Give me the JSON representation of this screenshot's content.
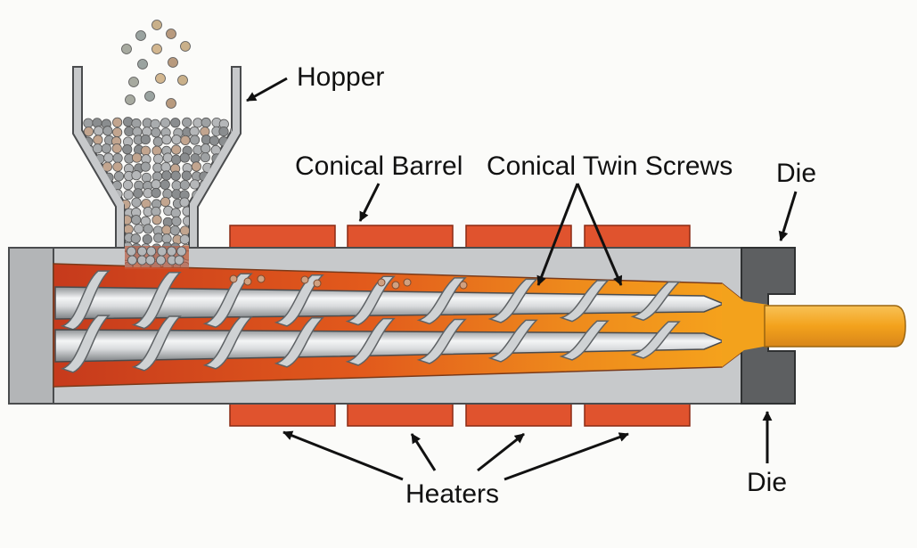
{
  "labels": {
    "hopper": "Hopper",
    "conical_barrel": "Conical Barrel",
    "conical_twin_screws": "Conical Twin Screws",
    "die_top": "Die",
    "die_bottom": "Die",
    "heaters": "Heaters"
  },
  "colors": {
    "background": "#fbfbf9",
    "barrel_steel": "#c7c9cb",
    "barrel_outline": "#4a4c4e",
    "melt_start": "#c63a1c",
    "melt_mid": "#e8661c",
    "melt_end": "#f6a51c",
    "heater": "#e0532e",
    "die": "#5d5f61",
    "extrudate": "#f3a21c",
    "pellet": "#9ea1a3",
    "screw_light": "#f2f3f4",
    "screw_dark": "#8d9194"
  },
  "icons": {
    "heater_blocks": "heater-block-icon",
    "pellets": "pellet-icon",
    "screws": "screw-icon"
  }
}
